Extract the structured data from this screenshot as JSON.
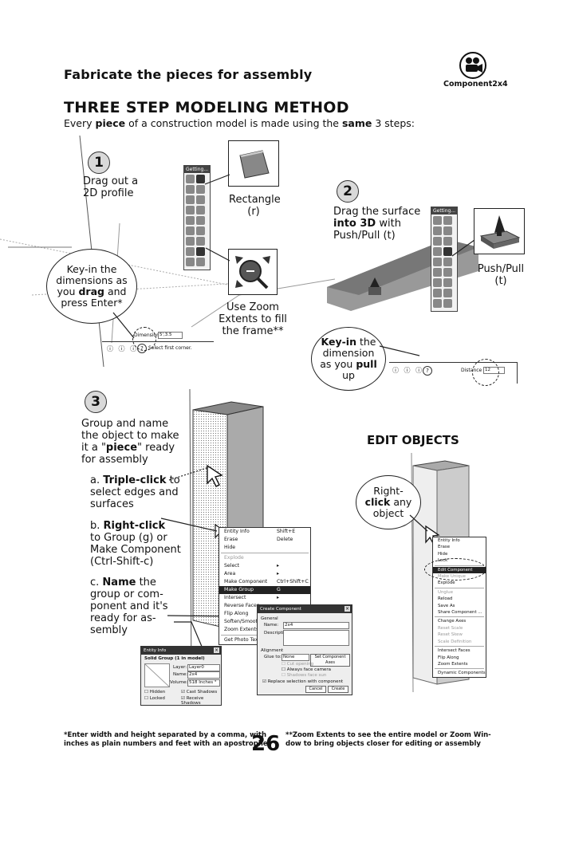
{
  "header": {
    "title": "Fabricate the pieces for assembly",
    "video_label": "Component2x4"
  },
  "section": {
    "heading": "THREE STEP MODELING METHOD",
    "intro_pre": "Every ",
    "intro_b1": "piece",
    "intro_mid": " of a construction model is made using the ",
    "intro_b2": "same",
    "intro_post": " 3 steps:"
  },
  "step1": {
    "number": "1",
    "line1": "Drag out a",
    "line2": "2D profile",
    "rect_label": "Rectangle",
    "rect_key": "(r)",
    "toolbar_title": "Getting...",
    "bubble_l1": "Key-in the",
    "bubble_l2": "dimensions as",
    "bubble_l3_pre": "you ",
    "bubble_l3_b": "drag",
    "bubble_l3_post": " and",
    "bubble_l4": "press Enter*",
    "zoom_l1": "Use Zoom",
    "zoom_l2": "Extents to fill",
    "zoom_l3": "the frame**",
    "dim_label": "Dimensions",
    "dim_value": "5',3.5",
    "status": "Select first corner."
  },
  "step2": {
    "number": "2",
    "line1": "Drag the surface",
    "line2_b": "into 3D",
    "line2_post": " with",
    "line3": "Push/Pull (t)",
    "pp_label": "Push/Pull",
    "pp_key": "(t)",
    "toolbar_title": "Getting...",
    "bubble_b1": "Key-in",
    "bubble_post1": " the",
    "bubble_l2": "dimension",
    "bubble_l3_pre": "as you ",
    "bubble_l3_b": "pull",
    "bubble_l4": "up",
    "dist_label": "Distance",
    "dist_value": "12"
  },
  "step3": {
    "number": "3",
    "l1": "Group and name",
    "l2": "the object to make",
    "l3_pre": "it a \"",
    "l3_b": "piece",
    "l3_post": "\" ready",
    "l4": "for assembly",
    "a_pre": "a. ",
    "a_b": "Triple-click",
    "a_post": " to",
    "a_l2": "select edges and",
    "a_l3": "surfaces",
    "b_pre": "b. ",
    "b_b": "Right-click",
    "b_l2": "to Group (g) or",
    "b_l3": "Make Component",
    "b_l4": "(Ctrl-Shift-c)",
    "c_pre": "c. ",
    "c_b": "Name",
    "c_post": " the",
    "c_l2": "group or com-",
    "c_l3": "ponent and it's",
    "c_l4": "ready for as-",
    "c_l5": "sembly"
  },
  "context_menu": {
    "items": [
      {
        "label": "Entity Info",
        "shortcut": "Shift+E",
        "style": ""
      },
      {
        "label": "Erase",
        "shortcut": "Delete",
        "style": ""
      },
      {
        "label": "Hide",
        "shortcut": "",
        "style": ""
      },
      {
        "label": "Explode",
        "shortcut": "",
        "style": "gr",
        "sep": true
      },
      {
        "label": "Select",
        "shortcut": "▸",
        "style": ""
      },
      {
        "label": "Area",
        "shortcut": "▸",
        "style": ""
      },
      {
        "label": "Make Component",
        "shortcut": "Ctrl+Shift+C",
        "style": ""
      },
      {
        "label": "Make Group",
        "shortcut": "G",
        "style": "hl"
      },
      {
        "label": "Intersect",
        "shortcut": "▸",
        "style": ""
      },
      {
        "label": "Reverse Faces",
        "shortcut": "",
        "style": ""
      },
      {
        "label": "Flip Along",
        "shortcut": "▸",
        "style": ""
      },
      {
        "label": "Soften/Smooth Ed",
        "shortcut": "",
        "style": ""
      },
      {
        "label": "Zoom Extents",
        "shortcut": "",
        "style": ""
      },
      {
        "label": "Get Photo Textur",
        "shortcut": "",
        "style": "",
        "sep": true
      }
    ]
  },
  "create_component": {
    "title": "Create Component",
    "general": "General",
    "name_label": "Name:",
    "name_value": "2x4",
    "desc_label": "Description:",
    "alignment": "Alignment",
    "glue_label": "Glue to:",
    "glue_value": "None",
    "set_axes": "Set Component Axes",
    "opt1": "Cut opening",
    "opt2": "Always face camera",
    "opt3": "Shadows face sun",
    "replace": "Replace selection with component",
    "cancel": "Cancel",
    "create": "Create"
  },
  "entity_info": {
    "title": "Entity Info",
    "heading": "Solid Group (1 in model)",
    "layer_label": "Layer:",
    "layer_value": "Layer0",
    "name_label": "Name:",
    "name_value": "2x4",
    "volume_label": "Volume:",
    "volume_value": "518 Inches ³",
    "hidden": "Hidden",
    "locked": "Locked",
    "cast": "Cast Shadows",
    "receive": "Receive Shadows"
  },
  "edit_objects": {
    "heading": "EDIT OBJECTS",
    "bubble_l1": "Right-",
    "bubble_b": "click",
    "bubble_post": " any",
    "bubble_l3": "object",
    "menu": [
      {
        "label": "Entity Info",
        "style": ""
      },
      {
        "label": "Erase",
        "style": ""
      },
      {
        "label": "Hide",
        "style": ""
      },
      {
        "label": "Lock",
        "style": ""
      },
      {
        "label": "Edit Component",
        "style": "hl",
        "sep": true
      },
      {
        "label": "Make Unique",
        "style": "gr"
      },
      {
        "label": "Explode",
        "style": ""
      },
      {
        "label": "Unglue",
        "style": "gr",
        "sep": true
      },
      {
        "label": "Reload",
        "style": ""
      },
      {
        "label": "Save As",
        "style": ""
      },
      {
        "label": "Share Component ...",
        "style": ""
      },
      {
        "label": "Change Axes",
        "style": "",
        "sep": true
      },
      {
        "label": "Reset Scale",
        "style": "gr"
      },
      {
        "label": "Reset Skew",
        "style": "gr"
      },
      {
        "label": "Scale Definition",
        "style": "gr"
      },
      {
        "label": "Intersect Faces",
        "style": "",
        "sep": true
      },
      {
        "label": "Flip Along",
        "style": ""
      },
      {
        "label": "Zoom Extents",
        "style": ""
      },
      {
        "label": "Dynamic Components",
        "style": "",
        "sep": true
      }
    ]
  },
  "footer": {
    "note_left_1": "*Enter width and height separated by a comma, with",
    "note_left_2": "inches as plain numbers and feet with an apostrophe",
    "page_number": "26",
    "note_right_1": "**Zoom Extents to see the entire model or Zoom Win-",
    "note_right_2": "dow to bring objects closer for editing or assembly"
  }
}
